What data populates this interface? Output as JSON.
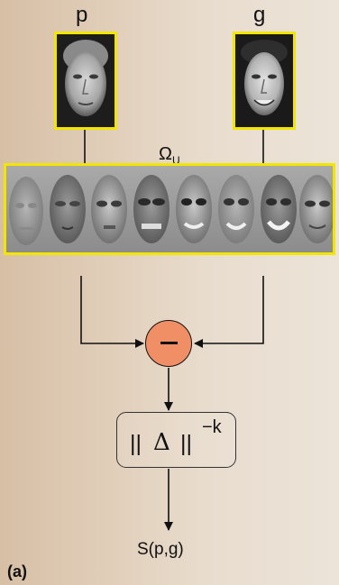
{
  "probe_label": "p",
  "gallery_label": "g",
  "subspace_label": "Ω",
  "subspace_subscript": "U",
  "operator_symbol": "−",
  "norm_left": "||",
  "norm_delta": "Δ",
  "norm_right": "||",
  "norm_exponent": "−k",
  "output_label": "S(p,g)",
  "panel_label": "(a)",
  "colors": {
    "frame": "#f2e600",
    "operator_fill": "#f08e66"
  }
}
